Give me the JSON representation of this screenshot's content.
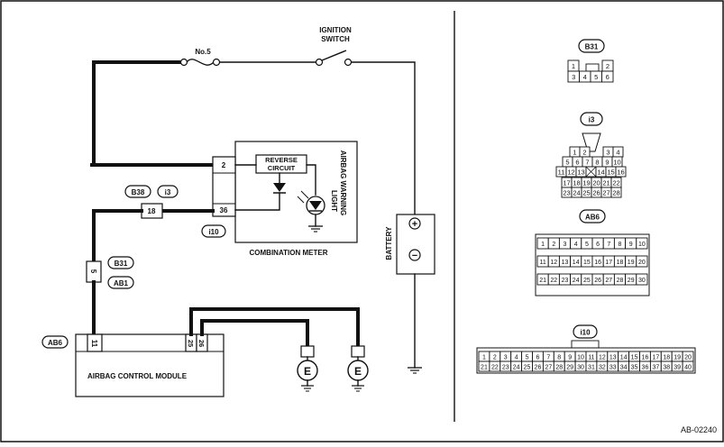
{
  "labels": {
    "fuse": "No.5",
    "ignition_switch_line1": "IGNITION",
    "ignition_switch_line2": "SWITCH",
    "reverse_circuit_line1": "REVERSE",
    "reverse_circuit_line2": "CIRCUIT",
    "airbag_warning_line1": "AIRBAG WARNING",
    "airbag_warning_line2": "LIGHT",
    "combination_meter": "COMBINATION METER",
    "battery": "BATTERY",
    "airbag_control_module": "AIRBAG CONTROL MODULE",
    "ground_e": "E",
    "battery_plus": "+",
    "battery_minus": "−",
    "figure_id": "AB-02240"
  },
  "connector_tags": {
    "b38": "B38",
    "i3": "i3",
    "i10": "i10",
    "b31": "B31",
    "ab1": "AB1",
    "ab6": "AB6"
  },
  "pins": {
    "meter_2": "2",
    "meter_36": "36",
    "joint_18": "18",
    "joint_5": "5",
    "acm_11": "11",
    "acm_25": "25",
    "acm_26": "26"
  },
  "connectors": {
    "b31": {
      "title": "B31",
      "rows": [
        [
          "1",
          "",
          "2"
        ],
        [
          "3",
          "4",
          "5",
          "6"
        ]
      ]
    },
    "i3": {
      "title": "i3",
      "rows": [
        [
          "1",
          "2",
          "3",
          "4"
        ],
        [
          "5",
          "6",
          "7",
          "8",
          "9",
          "10"
        ],
        [
          "11",
          "12",
          "13",
          "",
          "14",
          "15",
          "16"
        ],
        [
          "17",
          "18",
          "19",
          "20",
          "21",
          "22"
        ],
        [
          "23",
          "24",
          "25",
          "26",
          "27",
          "28"
        ]
      ]
    },
    "ab6": {
      "title": "AB6",
      "rows": [
        [
          "1",
          "2",
          "3",
          "4",
          "5",
          "6",
          "7",
          "8",
          "9",
          "10"
        ],
        [
          "11",
          "12",
          "13",
          "14",
          "15",
          "16",
          "17",
          "18",
          "19",
          "20"
        ],
        [
          "21",
          "22",
          "23",
          "24",
          "25",
          "26",
          "27",
          "28",
          "29",
          "30"
        ]
      ]
    },
    "i10": {
      "title": "i10",
      "rows": [
        [
          "1",
          "2",
          "3",
          "4",
          "5",
          "6",
          "7",
          "8",
          "9",
          "10",
          "11",
          "12",
          "13",
          "14",
          "15",
          "16",
          "17",
          "18",
          "19",
          "20"
        ],
        [
          "21",
          "22",
          "23",
          "24",
          "25",
          "26",
          "27",
          "28",
          "29",
          "30",
          "31",
          "32",
          "33",
          "34",
          "35",
          "36",
          "37",
          "38",
          "39",
          "40"
        ]
      ]
    }
  }
}
